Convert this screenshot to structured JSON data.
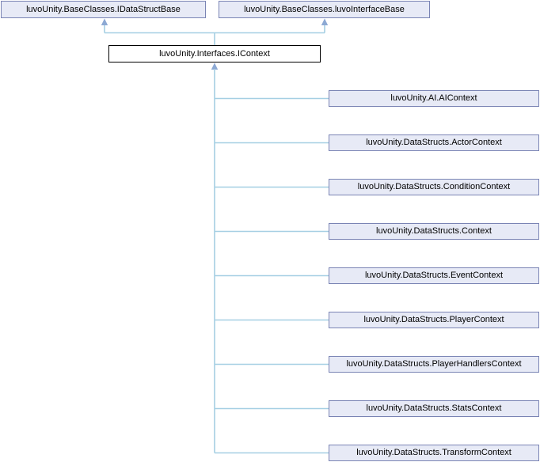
{
  "diagram": {
    "kind": "class-inheritance-graph",
    "focus_class": {
      "label": "luvoUnity.Interfaces.IContext"
    },
    "base_classes": [
      {
        "label": "luvoUnity.BaseClasses.IDataStructBase"
      },
      {
        "label": "luvoUnity.BaseClasses.luvoInterfaceBase"
      }
    ],
    "derived_classes": [
      {
        "label": "luvoUnity.AI.AIContext"
      },
      {
        "label": "luvoUnity.DataStructs.ActorContext"
      },
      {
        "label": "luvoUnity.DataStructs.ConditionContext"
      },
      {
        "label": "luvoUnity.DataStructs.Context"
      },
      {
        "label": "luvoUnity.DataStructs.EventContext"
      },
      {
        "label": "luvoUnity.DataStructs.PlayerContext"
      },
      {
        "label": "luvoUnity.DataStructs.PlayerHandlersContext"
      },
      {
        "label": "luvoUnity.DataStructs.StatsContext"
      },
      {
        "label": "luvoUnity.DataStructs.TransformContext"
      }
    ],
    "colors": {
      "node_fill": "#e7eaf6",
      "node_border": "#7a84b4",
      "focus_fill": "#ffffff",
      "focus_border": "#000000",
      "edge_line": "#a5cfe3",
      "edge_arrow": "#8da9d4",
      "text": "#000000",
      "background": "#ffffff"
    }
  }
}
